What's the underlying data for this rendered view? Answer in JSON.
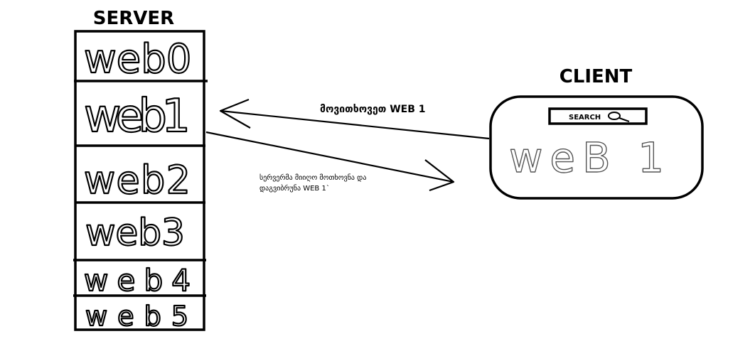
{
  "server": {
    "title": "SERVER",
    "pages": [
      "web0",
      "web1",
      "web2",
      "web3",
      "web4",
      "web5"
    ]
  },
  "client": {
    "title": "CLIENT",
    "search_label": "SEARCH",
    "display_text": "weB 1"
  },
  "arrows": {
    "request_label": "მოვითხოვეთ WEB 1",
    "response_line1": "სერვერმა მიიღო მოთხოვნა და",
    "response_line2": "დაგვიბრუნა WEB 1`"
  },
  "colors": {
    "ink": "#000000",
    "pencil": "#555555",
    "background": "#ffffff"
  }
}
